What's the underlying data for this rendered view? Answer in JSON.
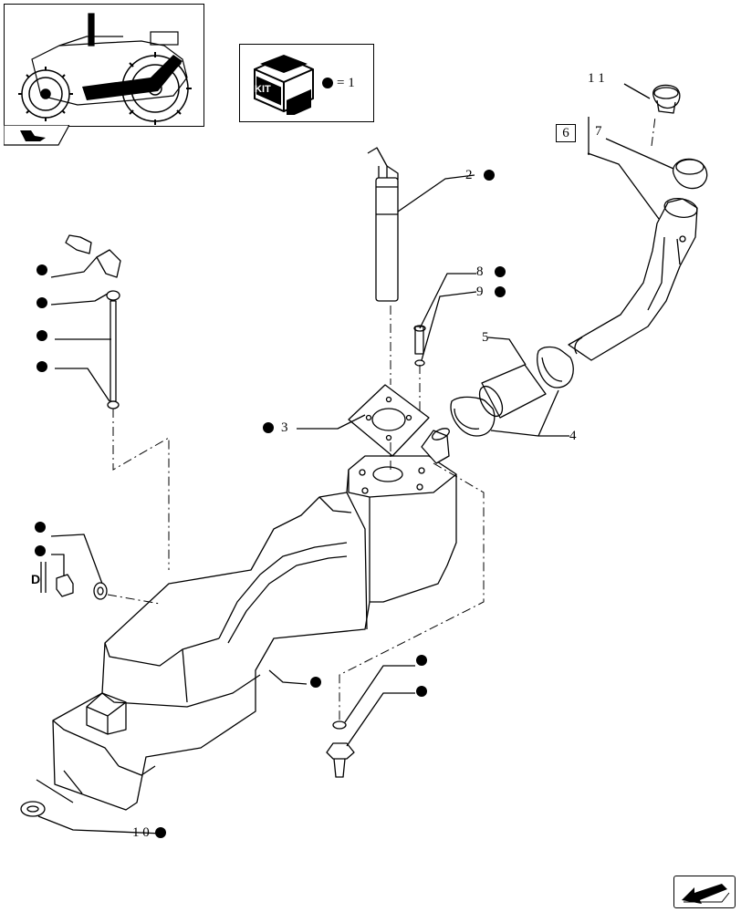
{
  "kit_legend": {
    "kit_text_1": "KIT",
    "kit_text_2": "KIT",
    "equals": "= 1"
  },
  "callouts": [
    {
      "id": "c11",
      "text": "1 1"
    },
    {
      "id": "c6",
      "text": "6"
    },
    {
      "id": "c7",
      "text": "7"
    },
    {
      "id": "c2",
      "text": "2"
    },
    {
      "id": "c8",
      "text": "8"
    },
    {
      "id": "c9",
      "text": "9"
    },
    {
      "id": "c5",
      "text": "5"
    },
    {
      "id": "c4",
      "text": "4"
    },
    {
      "id": "c3",
      "text": "3"
    },
    {
      "id": "c10",
      "text": "1 0"
    }
  ],
  "dimension_label": "D",
  "icons": [
    "tractor-thumbnail-icon",
    "kit-box-icon",
    "navigation-arrow-icon",
    "kit-dot-marker-icon"
  ]
}
